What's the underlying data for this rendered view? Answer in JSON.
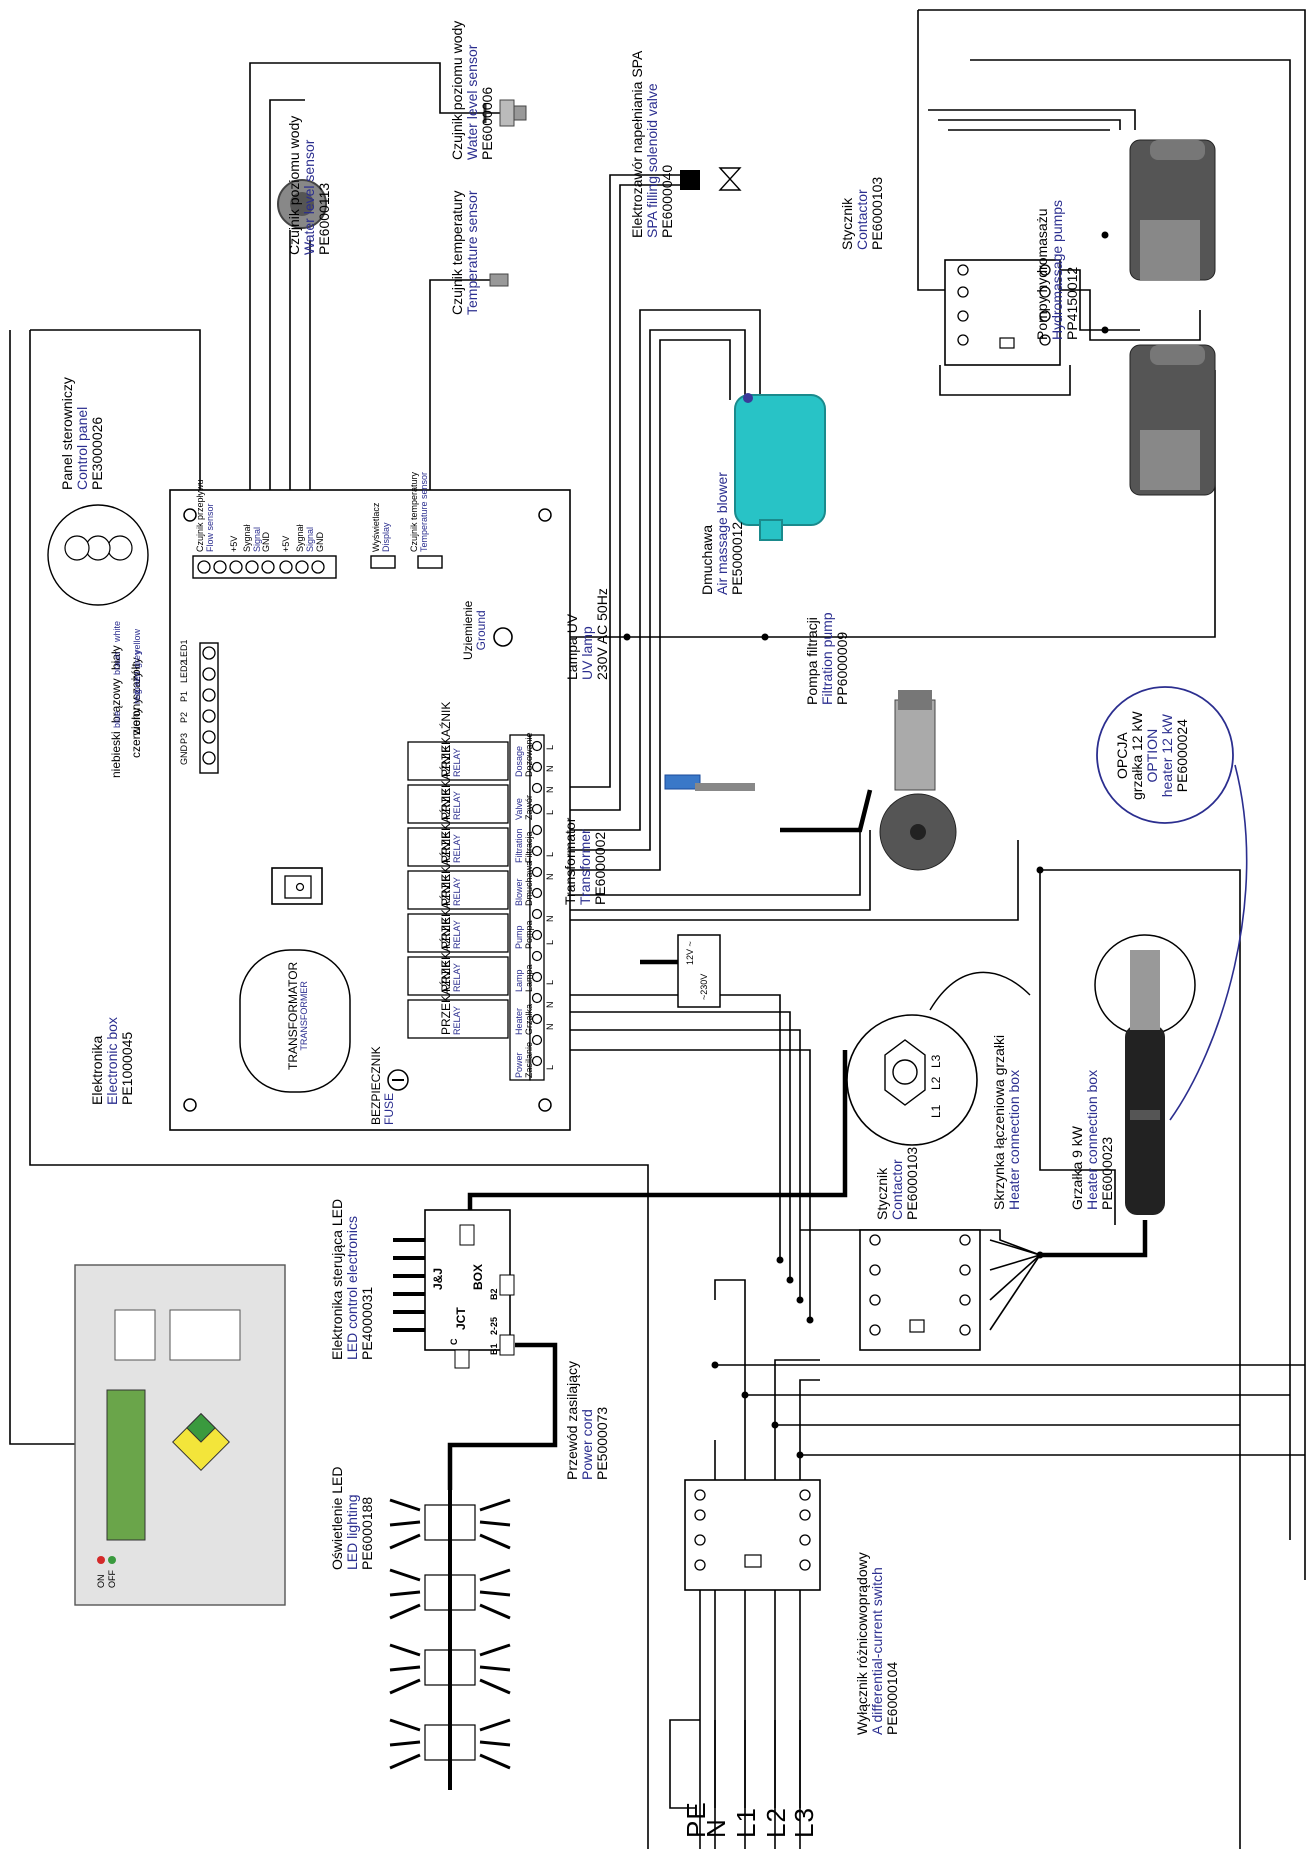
{
  "components": {
    "control_panel": {
      "pl": "Panel sterowniczy",
      "en": "Control panel",
      "code": "PE3000026"
    },
    "electronic_box": {
      "pl": "Elektronika",
      "en": "Electronic box",
      "code": "PE1000045"
    },
    "temperature_sensor": {
      "pl": "Czujnik temperatury",
      "en": "Temperature sensor"
    },
    "water_level_sensor_a": {
      "pl": "Czujnik poziomu wody",
      "en": "Water level sensor",
      "code": "PE6000113"
    },
    "water_level_sensor_b": {
      "pl": "Czujnik poziomu wody",
      "en": "Water level sensor",
      "code": "PE6000006"
    },
    "solenoid_valve": {
      "pl": "Elektrozawór napełniania SPA",
      "en": "SPA filling solenoid valve",
      "code": "PE6000040"
    },
    "blower": {
      "pl": "Dmuchawa",
      "en": "Air massage blower",
      "code": "PE5000012"
    },
    "contactor_top": {
      "pl": "Stycznik",
      "en": "Contactor",
      "code": "PE6000103"
    },
    "hydromassage_pumps": {
      "pl": "Pompy hydromasażu",
      "en": "Hydromassage pumps",
      "code": "PP4150012"
    },
    "uv_lamp": {
      "pl": "Lampa UV",
      "en": "UV lamp",
      "spec": "230V AC 50Hz"
    },
    "filtration_pump": {
      "pl": "Pompa filtracji",
      "en": "Filtration pump",
      "code": "PP6000009"
    },
    "transformer": {
      "pl": "Transformator",
      "en": "Transformer",
      "code": "PE6000002"
    },
    "option_heater": {
      "pl1": "OPCJA",
      "pl2": "grzałka 12 kW",
      "en1": "OPTION",
      "en2": "heater 12 kW",
      "code": "PE6000024"
    },
    "heater_box": {
      "pl": "Skrzynka łączeniowa grzałki",
      "en": "Heater connection box"
    },
    "heater_9kw": {
      "pl": "Grzałka 9 kW",
      "en": "Heater connection box",
      "code": "PE6000023"
    },
    "contactor_mid": {
      "pl": "Stycznik",
      "en": "Contactor",
      "code": "PE6000103"
    },
    "led_control": {
      "pl": "Elektronika sterująca LED",
      "en": "LED control electronics",
      "code": "PE4000031"
    },
    "power_cord": {
      "pl": "Przewód zasilający",
      "en": "Power cord",
      "code": "PE5000073"
    },
    "led_lighting": {
      "pl": "Oświetlenie LED",
      "en": "LED lighting",
      "code": "PE6000188"
    },
    "diff_switch": {
      "pl": "Wyłącznik różnicowoprądowy",
      "en": "A differential-current switch",
      "code": "PE6000104"
    },
    "ground": {
      "pl": "Uziemienie",
      "en": "Ground"
    },
    "fuse": {
      "pl": "BEZPIECZNIK",
      "en": "FUSE"
    }
  },
  "board": {
    "transformer_label": "TRANSFORMATOR",
    "transformer_label_en": "TRANSFORMER",
    "relay_pl": "PRZEKAŹNIK",
    "relay_en": "RELAY",
    "display_pl": "Wyświetlacz",
    "display_en": "Display",
    "temp_pl": "Czujnik temperatury",
    "temp_en": "Temperature sensor",
    "flow_pl": "Czujnik przepływu",
    "flow_en": "Flow sensor",
    "pins": [
      "+5V",
      "Sygnał",
      "GND",
      "+5V",
      "Sygnał",
      "GND"
    ],
    "pins_en": [
      "",
      "Signal",
      "",
      "",
      "Signal",
      ""
    ],
    "outputs": [
      {
        "en": "Power",
        "pl": "Zasilanie"
      },
      {
        "en": "Heater",
        "pl": "Grzałka"
      },
      {
        "en": "Lamp",
        "pl": "Lampa"
      },
      {
        "en": "Pump",
        "pl": "Pompa"
      },
      {
        "en": "Blower",
        "pl": "Dmuchawa"
      },
      {
        "en": "Filtration",
        "pl": "Filtracja"
      },
      {
        "en": "Valve",
        "pl": "Zawór"
      },
      {
        "en": "Dosage",
        "pl": "Dozowanie"
      }
    ],
    "terminal_letters": [
      "L",
      "N",
      "N",
      "L",
      "L",
      "N",
      "N",
      "L",
      "L",
      "N",
      "N",
      "L",
      "L",
      "N",
      "N",
      "L"
    ],
    "led_pins": [
      "LED1",
      "LED2",
      "P1",
      "P2",
      "P3",
      "GND"
    ],
    "led_wires": [
      {
        "pl": "biały",
        "en": "white"
      },
      {
        "pl": "żółty",
        "en": "yellow"
      },
      {
        "pl": "szary",
        "en": "grey"
      },
      {
        "pl": "brązowy",
        "en": "braun"
      },
      {
        "pl": "zielony",
        "en": "green"
      },
      {
        "pl": "czerwony",
        "en": "red"
      },
      {
        "pl": "niebieski",
        "en": "blue"
      }
    ]
  },
  "transformer_box": {
    "in": "~230V",
    "out": "12V ~"
  },
  "jct_box": {
    "line1": "J&J",
    "line2": "JCT",
    "line3": "BOX",
    "b1": "B1",
    "b2": "B2",
    "c": "C",
    "n": "2-25"
  },
  "heater_terminals": [
    "L1",
    "L2",
    "L3"
  ],
  "mains": [
    "PE",
    "N",
    "L1",
    "L2",
    "L3"
  ],
  "panel": {
    "on": "ON",
    "off": "OFF"
  },
  "colors": {
    "accent_blue": "#2b2e8f",
    "blower_cyan": "#28c3c6",
    "panel_screen": "#6aa54a",
    "key_yellow": "#f3e53a",
    "key_green": "#3a9a3e",
    "key_red": "#d42a2a"
  }
}
